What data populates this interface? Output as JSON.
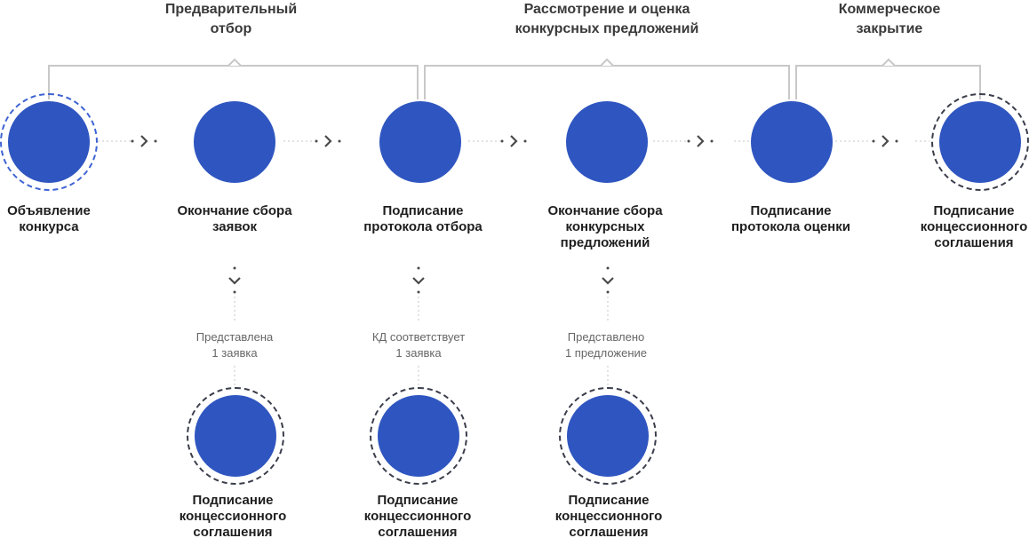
{
  "colors": {
    "node": "#2f56c0",
    "ring_blue": "#3d63d2",
    "ring_dark": "#3a3d4a",
    "bracket": "#c8c8c8",
    "text": "#1e1e1e",
    "note": "#666666"
  },
  "icons": {
    "step_arrow": "chevron-right-icon",
    "branch_arrow": "chevron-down-icon"
  },
  "phases": [
    {
      "line1": "Предварительный",
      "line2": "отбор"
    },
    {
      "line1": "Рассмотрение и оценка",
      "line2": "конкурсных предложений"
    },
    {
      "line1": "Коммерческое",
      "line2": "закрытие"
    }
  ],
  "steps": [
    {
      "line1": "Объявление",
      "line2": "конкурса",
      "line3": ""
    },
    {
      "line1": "Окончание сбора",
      "line2": "заявок",
      "line3": ""
    },
    {
      "line1": "Подписание",
      "line2": "протокола отбора",
      "line3": ""
    },
    {
      "line1": "Окончание сбора",
      "line2": "конкурсных",
      "line3": "предложений"
    },
    {
      "line1": "Подписание",
      "line2": "протокола оценки",
      "line3": ""
    },
    {
      "line1": "Подписание",
      "line2": "концессионного",
      "line3": "соглашения"
    }
  ],
  "branches": [
    {
      "note1": "Представлена",
      "note2": "1 заявка",
      "line1": "Подписание",
      "line2": "концессионного",
      "line3": "соглашения"
    },
    {
      "note1": "КД соответствует",
      "note2": "1 заявка",
      "line1": "Подписание",
      "line2": "концессионного",
      "line3": "соглашения"
    },
    {
      "note1": "Представлено",
      "note2": "1 предложение",
      "line1": "Подписание",
      "line2": "концессионного",
      "line3": "соглашения"
    }
  ]
}
